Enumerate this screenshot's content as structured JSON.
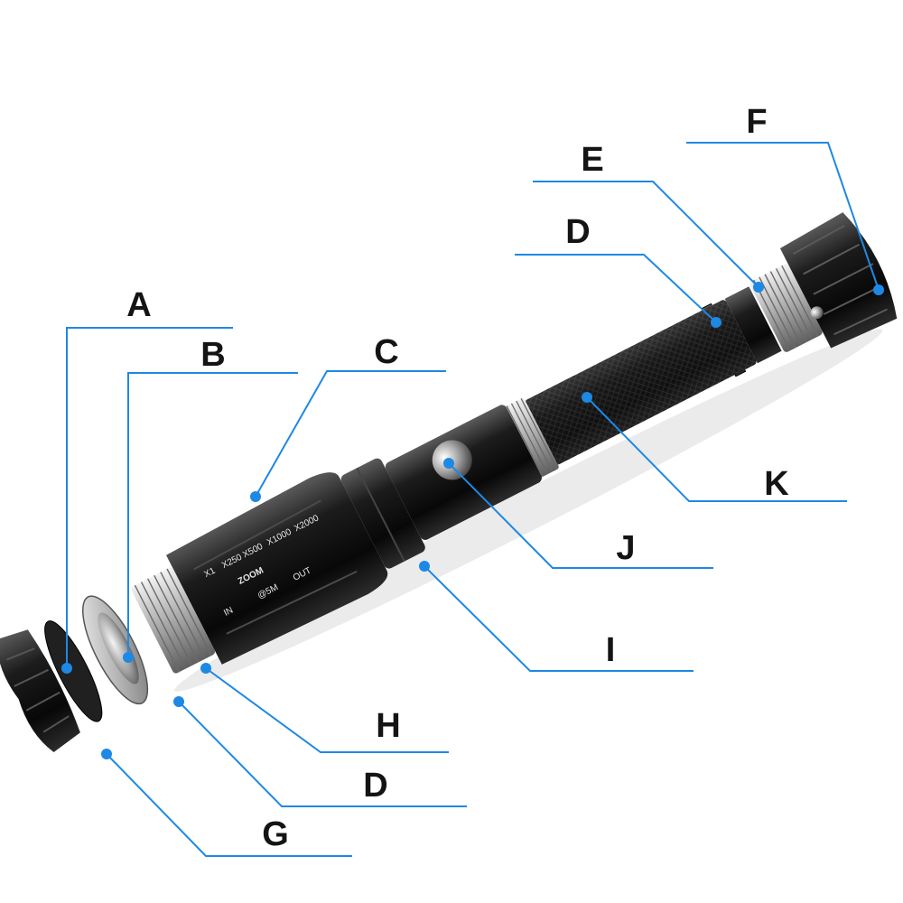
{
  "colors": {
    "leader": "#1e88e5",
    "label": "#141414",
    "body": "#141414",
    "metal": "#c8c8c8"
  },
  "zoom_markings": {
    "zoom": "ZOOM",
    "in": "IN",
    "out": "OUT",
    "scales": [
      "X1",
      "X250",
      "X500",
      "X1000",
      "X2000"
    ],
    "distance": "@5M"
  },
  "callouts": [
    {
      "id": "a",
      "label": "A"
    },
    {
      "id": "b",
      "label": "B"
    },
    {
      "id": "c",
      "label": "C"
    },
    {
      "id": "d-top",
      "label": "D"
    },
    {
      "id": "e",
      "label": "E"
    },
    {
      "id": "f",
      "label": "F"
    },
    {
      "id": "g",
      "label": "G"
    },
    {
      "id": "h",
      "label": "H"
    },
    {
      "id": "d-bottom",
      "label": "D"
    },
    {
      "id": "i",
      "label": "I"
    },
    {
      "id": "j",
      "label": "J"
    },
    {
      "id": "k",
      "label": "K"
    }
  ]
}
